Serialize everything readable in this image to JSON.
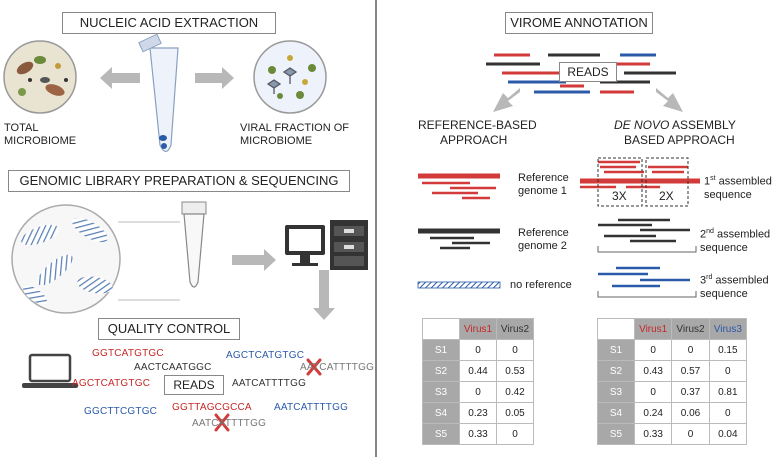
{
  "left": {
    "extraction_title": "NUCLEIC ACID EXTRACTION",
    "total_label_1": "TOTAL",
    "total_label_2": "MICROBIOME",
    "viral_label_1": "VIRAL FRACTION OF",
    "viral_label_2": "MICROBIOME",
    "library_title": "GENOMIC LIBRARY PREPARATION & SEQUENCING",
    "qc_title": "QUALITY CONTROL",
    "reads_label": "READS",
    "sequences": [
      {
        "text": "GGTCATGTGC",
        "color": "red"
      },
      {
        "text": "AGCTCATGTGC",
        "color": "blue"
      },
      {
        "text": "AACTCAATGGC",
        "color": "dark"
      },
      {
        "text": "AATCATTTTGG",
        "color": "gray"
      },
      {
        "text": "AGCTCATGTGC",
        "color": "red"
      },
      {
        "text": "AATCATTTTGG",
        "color": "dark"
      },
      {
        "text": "GGCTTCGTGC",
        "color": "blue"
      },
      {
        "text": "GGTTAGCGCCA",
        "color": "red"
      },
      {
        "text": "AATCATTTTGG",
        "color": "blue"
      },
      {
        "text": "AATCATTTTGG",
        "color": "gray"
      }
    ]
  },
  "right": {
    "title": "VIROME ANNOTATION",
    "reads_label": "READS",
    "ref_title_1": "REFERENCE-BASED",
    "ref_title_2": "APPROACH",
    "denovo_title_1a": "DE NOVO",
    "denovo_title_1b": " ASSEMBLY",
    "denovo_title_2": "BASED APPROACH",
    "ref_genome_1a": "Reference",
    "ref_genome_1b": "genome 1",
    "ref_genome_2a": "Reference",
    "ref_genome_2b": "genome 2",
    "no_reference": "no reference",
    "coverage_3x": "3X",
    "coverage_2x": "2X",
    "asm_1_num": "1",
    "asm_1_sup": "st",
    "asm_1_rest": " assembled",
    "asm_1_line2": "sequence",
    "asm_2_num": "2",
    "asm_2_sup": "nd",
    "asm_2_rest": " assembled",
    "asm_2_line2": "sequence",
    "asm_3_num": "3",
    "asm_3_sup": "rd",
    "asm_3_rest": " assembled",
    "asm_3_line2": "sequence"
  },
  "table_ref": {
    "headers": [
      "Virus1",
      "Virus2"
    ],
    "header_colors": [
      "#c62828",
      "#333333"
    ],
    "rows": [
      {
        "sample": "S1",
        "values": [
          "0",
          "0"
        ]
      },
      {
        "sample": "S2",
        "values": [
          "0.44",
          "0.53"
        ]
      },
      {
        "sample": "S3",
        "values": [
          "0",
          "0.42"
        ]
      },
      {
        "sample": "S4",
        "values": [
          "0.23",
          "0.05"
        ]
      },
      {
        "sample": "S5",
        "values": [
          "0.33",
          "0"
        ]
      }
    ]
  },
  "table_denovo": {
    "headers": [
      "Virus1",
      "Virus2",
      "Virus3"
    ],
    "header_colors": [
      "#c62828",
      "#333333",
      "#2b5aa8"
    ],
    "rows": [
      {
        "sample": "S1",
        "values": [
          "0",
          "0",
          "0.15"
        ]
      },
      {
        "sample": "S2",
        "values": [
          "0.43",
          "0.57",
          "0"
        ]
      },
      {
        "sample": "S3",
        "values": [
          "0",
          "0.37",
          "0.81"
        ]
      },
      {
        "sample": "S4",
        "values": [
          "0.24",
          "0.06",
          "0"
        ]
      },
      {
        "sample": "S5",
        "values": [
          "0.33",
          "0",
          "0.04"
        ]
      }
    ]
  },
  "colors": {
    "red": "#d33a3a",
    "dark": "#333333",
    "blue": "#2b5aa8",
    "gray_arrow": "#b8b8b8"
  }
}
